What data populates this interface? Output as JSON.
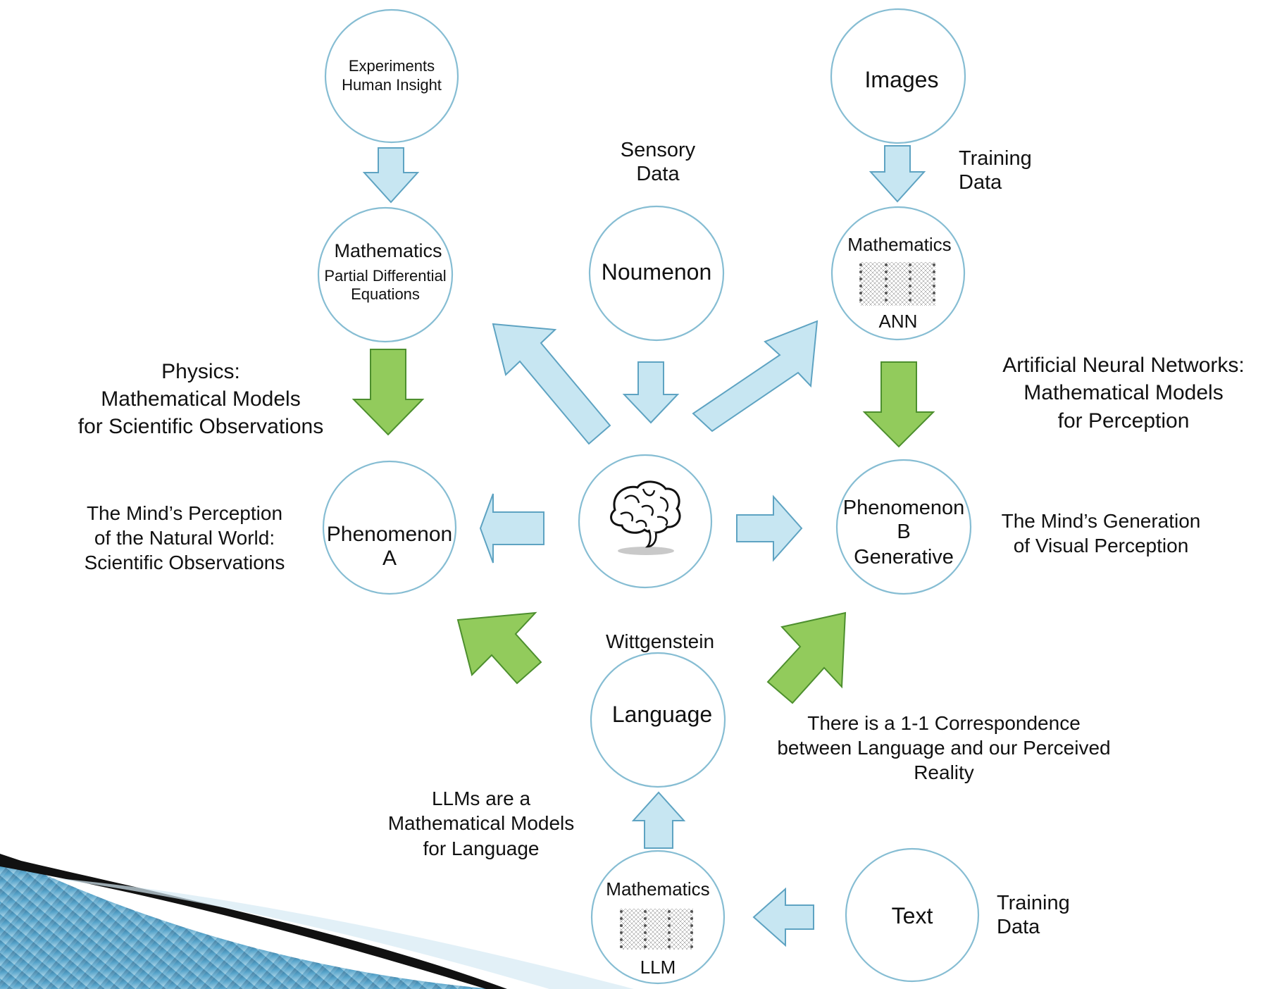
{
  "nodes": {
    "experiments": {
      "lines": [
        "Experiments",
        "Human Insight"
      ]
    },
    "math_pde": {
      "title": "Mathematics",
      "lines": [
        "Partial Differential",
        "Equations"
      ]
    },
    "noumenon": {
      "label": "Noumenon"
    },
    "images": {
      "label": "Images"
    },
    "math_ann": {
      "title": "Mathematics",
      "sub": "ANN"
    },
    "phenomenon_a": {
      "lines": [
        "Phenomenon",
        "A"
      ]
    },
    "brain": {
      "icon": "brain-icon"
    },
    "phenomenon_b": {
      "lines": [
        "Phenomenon",
        "B",
        "Generative"
      ]
    },
    "language": {
      "label": "Language"
    },
    "math_llm": {
      "title": "Mathematics",
      "sub": "LLM"
    },
    "text": {
      "label": "Text"
    }
  },
  "labels": {
    "sensory_data": [
      "Sensory",
      "Data"
    ],
    "training_data_top": [
      "Training",
      "Data"
    ],
    "physics": [
      "Physics:",
      "Mathematical Models",
      "for Scientific Observations"
    ],
    "ann_models": [
      "Artificial Neural Networks:",
      "Mathematical Models",
      "for Perception"
    ],
    "mind_perception": [
      "The Mind’s Perception",
      "of the Natural World:",
      "Scientific Observations"
    ],
    "mind_generation": [
      "The Mind’s Generation",
      "of Visual Perception"
    ],
    "wittgenstein": [
      "Wittgenstein"
    ],
    "correspondence": [
      "There is a 1-1 Correspondence",
      "between Language and our Perceived",
      "Reality"
    ],
    "llm_models": [
      "LLMs are a",
      "Mathematical Models",
      "for Language"
    ],
    "training_data_bottom": [
      "Training",
      "Data"
    ]
  },
  "colors": {
    "node_stroke": "#86bdd3",
    "arrow_blue": "#c7e6f2",
    "arrow_green": "#92cb5c",
    "decor_dark": "#111111",
    "decor_blue": "#3d8ab0"
  }
}
